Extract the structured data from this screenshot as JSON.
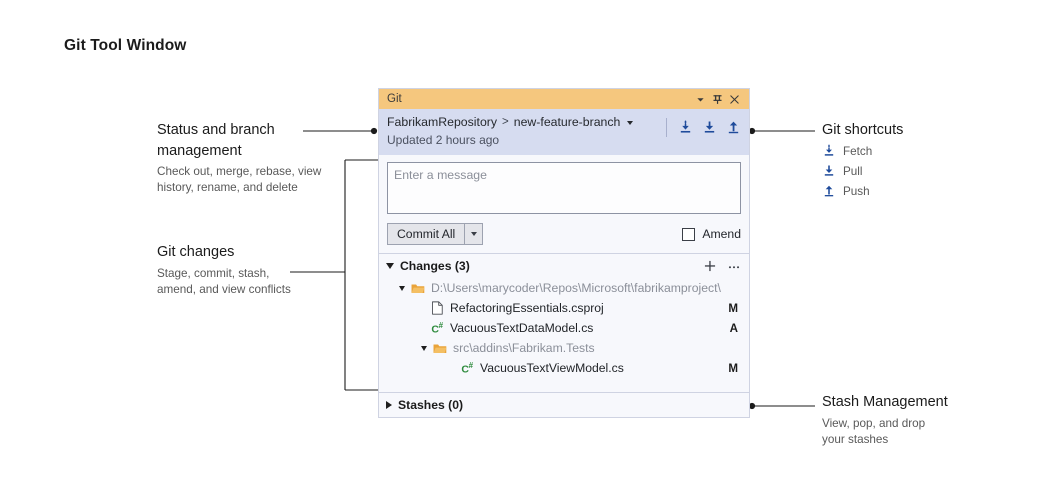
{
  "figure": {
    "title": "Git Tool Window"
  },
  "annotations": {
    "status_branch": {
      "heading_line1": "Status and branch",
      "heading_line2": "management",
      "sub_line1": "Check out, merge, rebase, view",
      "sub_line2": "history, rename, and delete"
    },
    "git_changes": {
      "heading": "Git changes",
      "sub_line1": "Stage, commit, stash,",
      "sub_line2": "amend, and view conflicts"
    },
    "git_shortcuts": {
      "heading": "Git shortcuts",
      "legend": [
        {
          "icon": "fetch-icon",
          "label": "Fetch"
        },
        {
          "icon": "pull-icon",
          "label": "Pull"
        },
        {
          "icon": "push-icon",
          "label": "Push"
        }
      ]
    },
    "stash_management": {
      "heading": "Stash Management",
      "sub_line1": "View, pop, and drop",
      "sub_line2": "your stashes"
    }
  },
  "git_window": {
    "title_bar": {
      "title": "Git",
      "buttons": [
        {
          "name": "window-menu-caret-icon"
        },
        {
          "name": "pin-icon"
        },
        {
          "name": "close-icon"
        }
      ]
    },
    "branch_band": {
      "repository": "FabrikamRepository",
      "separator": ">",
      "branch": "new-feature-branch",
      "updated": "Updated 2 hours ago",
      "shortcuts": [
        {
          "name": "fetch-icon",
          "title": "Fetch"
        },
        {
          "name": "pull-icon",
          "title": "Pull"
        },
        {
          "name": "push-icon",
          "title": "Push"
        }
      ]
    },
    "commit": {
      "message_placeholder": "Enter a message",
      "commit_button": "Commit All",
      "amend_label": "Amend",
      "amend_checked": false
    },
    "changes": {
      "title": "Changes (3)",
      "count": 3,
      "expanded": true,
      "add_icon": "plus-icon",
      "more_icon": "ellipsis-icon",
      "tree": [
        {
          "type": "folder",
          "label": "D:\\Users\\marycoder\\Repos\\Microsoft\\fabrikamproject\\",
          "indent": 1,
          "expanded": true,
          "icon": "folder-icon",
          "status": ""
        },
        {
          "type": "file",
          "label": "RefactoringEssentials.csproj",
          "indent": 2,
          "icon": "document-icon",
          "status": "M"
        },
        {
          "type": "file",
          "label": "VacuousTextDataModel.cs",
          "indent": 2,
          "icon": "csharp-icon",
          "status": "A"
        },
        {
          "type": "folder",
          "label": "src\\addins\\Fabrikam.Tests",
          "indent": 2,
          "expanded": true,
          "icon": "folder-icon",
          "status": ""
        },
        {
          "type": "file",
          "label": "VacuousTextViewModel.cs",
          "indent": 3,
          "icon": "csharp-icon",
          "status": "M"
        }
      ]
    },
    "stashes": {
      "title": "Stashes (0)",
      "count": 0,
      "expanded": false
    }
  },
  "colors": {
    "title_bar": "#F5C77E",
    "branch_band": "#D6DCF0",
    "panel_bg": "#F7F8FC",
    "icon_blue": "#1F4B9B",
    "folder_orange": "#E9A33A",
    "csharp_green": "#2E8B3D",
    "border": "#CFD3E2"
  }
}
